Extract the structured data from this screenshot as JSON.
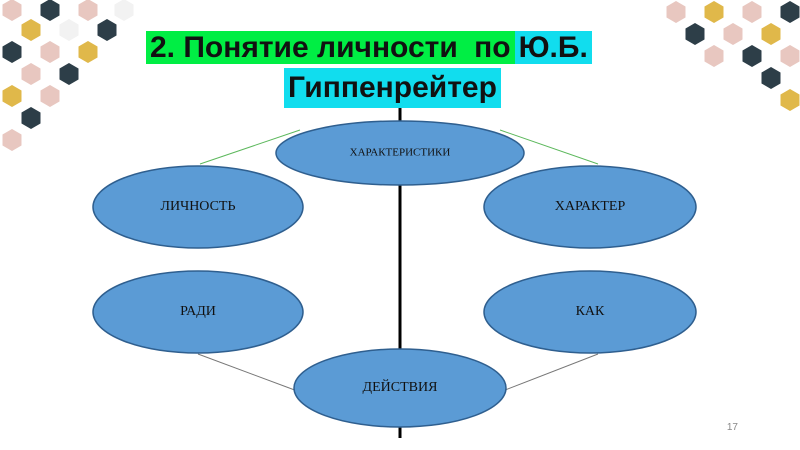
{
  "slide": {
    "title_part1": "2. Понятие личности",
    "title_part2": "по",
    "title_part3": "Ю.Б.",
    "title_line2": "Гиппенрейтер",
    "page_number": "17"
  },
  "diagram": {
    "nodes": {
      "characteristics": "ХАРАКТЕРИСТИКИ",
      "personality": "ЛИЧНОСТЬ",
      "character": "ХАРАКТЕР",
      "for_sake": "РАДИ",
      "how": "КАК",
      "actions": "ДЕЙСТВИЯ"
    },
    "colors": {
      "node_fill": "#5b9bd5",
      "node_stroke": "#2f5f8f",
      "connector_green": "#5cb85c",
      "connector_gray": "#777777",
      "axis": "#000000"
    }
  },
  "decoration": {
    "colors": [
      "#e8c7c0",
      "#2d3e48",
      "#e0b84a",
      "#f2f2f2"
    ]
  }
}
